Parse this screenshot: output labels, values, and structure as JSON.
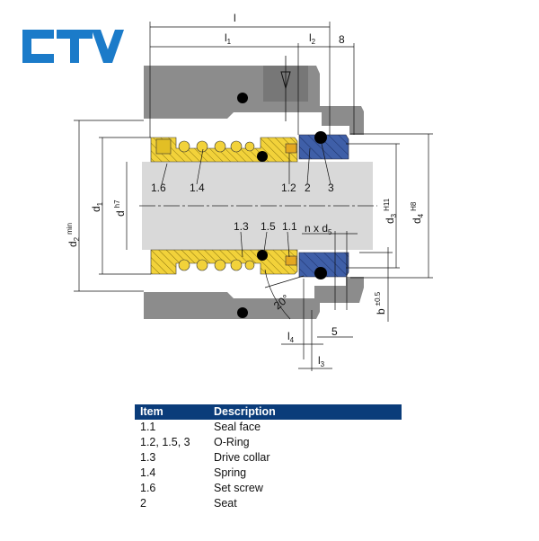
{
  "logo": {
    "text": "CTV",
    "color": "#1b7bc9"
  },
  "drawing": {
    "dimensions": {
      "l": "l",
      "l1": "l",
      "l1_sub": "1",
      "l2": "l",
      "l2_sub": "2",
      "eight": "8",
      "d2": "d",
      "d2_sub": "2",
      "d2_sup": "min",
      "d1": "d",
      "d1_sub": "1",
      "d": "d",
      "d_sup": "h7",
      "d3": "d",
      "d3_sub": "3",
      "d3_sup": "H11",
      "d4": "d",
      "d4_sub": "4",
      "d4_sup": "H8",
      "b": "b",
      "b_sup": "±0.5",
      "nd5": "n x d",
      "nd5_sub": "5",
      "l4": "l",
      "l4_sub": "4",
      "l3": "l",
      "l3_sub": "3",
      "five": "5",
      "angle": "20°"
    },
    "callouts": [
      "1.6",
      "1.4",
      "1.2",
      "2",
      "3",
      "1.3",
      "1.5",
      "1.1"
    ],
    "colors": {
      "housing": "#8c8c8c",
      "shaft": "#d9d9d9",
      "rotary": "#f2d23a",
      "seat": "#3f5fa8"
    }
  },
  "table": {
    "headers": [
      "Item",
      "Description"
    ],
    "rows": [
      [
        "1.1",
        "Seal face"
      ],
      [
        "1.2, 1.5, 3",
        "O-Ring"
      ],
      [
        "1.3",
        "Drive collar"
      ],
      [
        "1.4",
        "Spring"
      ],
      [
        "1.6",
        "Set screw"
      ],
      [
        "2",
        "Seat"
      ]
    ]
  }
}
